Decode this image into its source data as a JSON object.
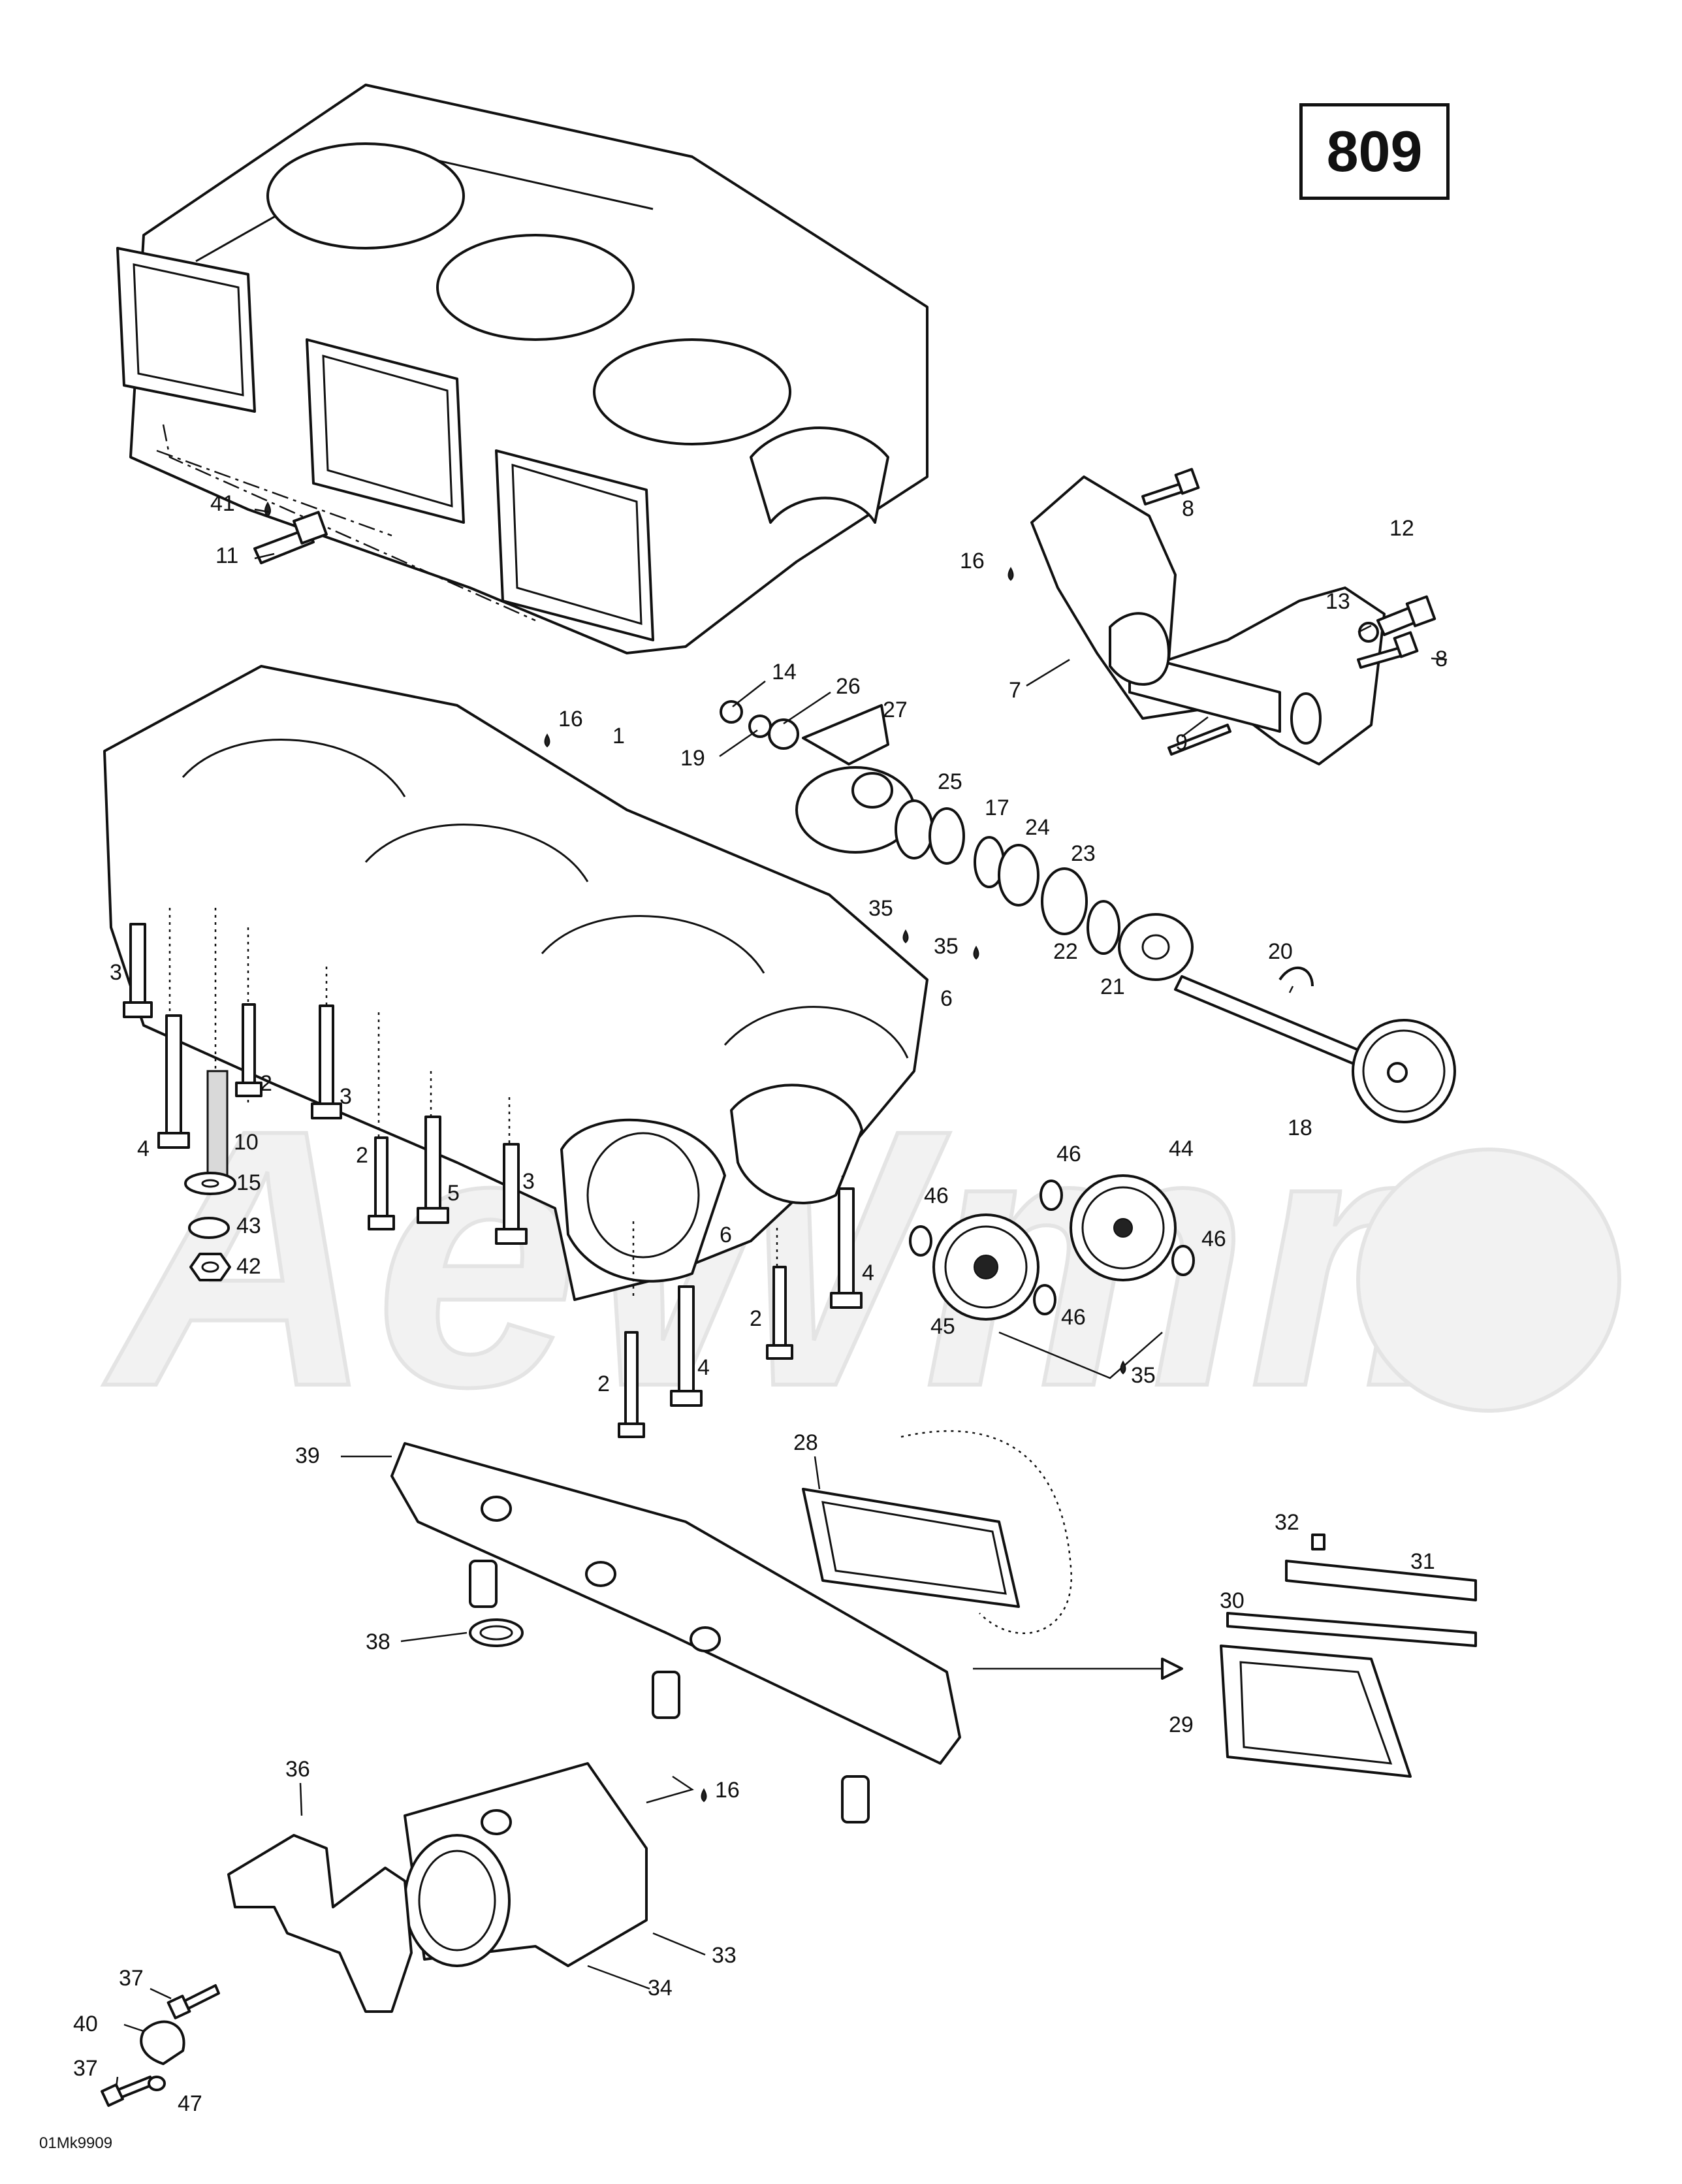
{
  "page_number": "809",
  "doc_ref": "01Mk9909",
  "watermark": "AeWmm",
  "callouts": [
    {
      "id": "c-41",
      "text": "41"
    },
    {
      "id": "c-11",
      "text": "11"
    },
    {
      "id": "c-1",
      "text": "1"
    },
    {
      "id": "c-16a",
      "text": "16"
    },
    {
      "id": "c-16b",
      "text": "16"
    },
    {
      "id": "c-16c",
      "text": "16"
    },
    {
      "id": "c-3a",
      "text": "3"
    },
    {
      "id": "c-4a",
      "text": "4"
    },
    {
      "id": "c-2a",
      "text": "2"
    },
    {
      "id": "c-3b",
      "text": "3"
    },
    {
      "id": "c-10",
      "text": "10"
    },
    {
      "id": "c-15",
      "text": "15"
    },
    {
      "id": "c-43",
      "text": "43"
    },
    {
      "id": "c-42",
      "text": "42"
    },
    {
      "id": "c-2b",
      "text": "2"
    },
    {
      "id": "c-5",
      "text": "5"
    },
    {
      "id": "c-3c",
      "text": "3"
    },
    {
      "id": "c-6a",
      "text": "6"
    },
    {
      "id": "c-6b",
      "text": "6"
    },
    {
      "id": "c-4b",
      "text": "4"
    },
    {
      "id": "c-2c",
      "text": "2"
    },
    {
      "id": "c-2d",
      "text": "2"
    },
    {
      "id": "c-4c",
      "text": "4"
    },
    {
      "id": "c-8a",
      "text": "8"
    },
    {
      "id": "c-8b",
      "text": "8"
    },
    {
      "id": "c-12",
      "text": "12"
    },
    {
      "id": "c-13",
      "text": "13"
    },
    {
      "id": "c-7",
      "text": "7"
    },
    {
      "id": "c-9",
      "text": "9"
    },
    {
      "id": "c-14",
      "text": "14"
    },
    {
      "id": "c-26",
      "text": "26"
    },
    {
      "id": "c-27",
      "text": "27"
    },
    {
      "id": "c-19",
      "text": "19"
    },
    {
      "id": "c-25",
      "text": "25"
    },
    {
      "id": "c-17",
      "text": "17"
    },
    {
      "id": "c-24",
      "text": "24"
    },
    {
      "id": "c-23",
      "text": "23"
    },
    {
      "id": "c-35a",
      "text": "35"
    },
    {
      "id": "c-35b",
      "text": "35"
    },
    {
      "id": "c-35c",
      "text": "35"
    },
    {
      "id": "c-22",
      "text": "22"
    },
    {
      "id": "c-21",
      "text": "21"
    },
    {
      "id": "c-20",
      "text": "20"
    },
    {
      "id": "c-18",
      "text": "18"
    },
    {
      "id": "c-46a",
      "text": "46"
    },
    {
      "id": "c-44",
      "text": "44"
    },
    {
      "id": "c-46b",
      "text": "46"
    },
    {
      "id": "c-46c",
      "text": "46"
    },
    {
      "id": "c-46d",
      "text": "46"
    },
    {
      "id": "c-45",
      "text": "45"
    },
    {
      "id": "c-39",
      "text": "39"
    },
    {
      "id": "c-28",
      "text": "28"
    },
    {
      "id": "c-32",
      "text": "32"
    },
    {
      "id": "c-31",
      "text": "31"
    },
    {
      "id": "c-30",
      "text": "30"
    },
    {
      "id": "c-29",
      "text": "29"
    },
    {
      "id": "c-38",
      "text": "38"
    },
    {
      "id": "c-36",
      "text": "36"
    },
    {
      "id": "c-33",
      "text": "33"
    },
    {
      "id": "c-34",
      "text": "34"
    },
    {
      "id": "c-37a",
      "text": "37"
    },
    {
      "id": "c-40",
      "text": "40"
    },
    {
      "id": "c-37b",
      "text": "37"
    },
    {
      "id": "c-47",
      "text": "47"
    }
  ]
}
